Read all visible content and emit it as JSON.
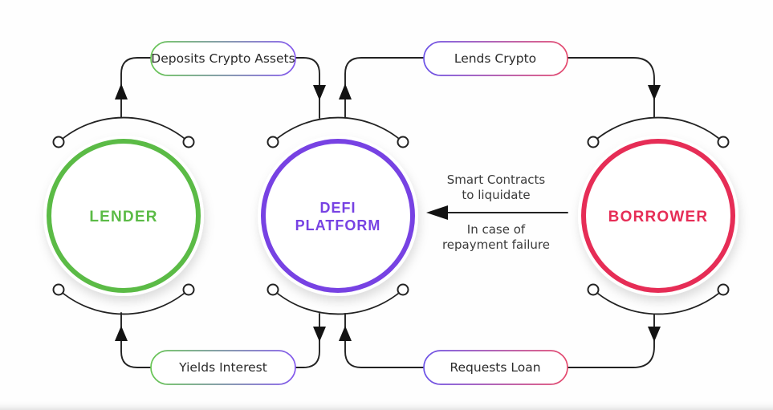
{
  "colors": {
    "line": "#222222",
    "arrow": "#131313",
    "lender_green": "#5bbb46",
    "platform_purple": "#7742e3",
    "borrower_red": "#e62d56",
    "pill_text": "#2b2b2b",
    "note_text": "#3a3a3a",
    "pill_grad_green": "#67c653",
    "pill_grad_purple": "#8458ee",
    "pill_grad_indigo": "#6b52e8",
    "pill_grad_red": "#e64b6e",
    "background": "#fefefe"
  },
  "nodes": {
    "lender": {
      "label": "LENDER"
    },
    "platform": {
      "line1": "DEFI",
      "line2": "PLATFORM"
    },
    "borrower": {
      "label": "BORROWER"
    }
  },
  "labels": {
    "deposits": "Deposits Crypto Assets",
    "lends": "Lends Crypto",
    "yields": "Yields Interest",
    "requests": "Requests Loan"
  },
  "note": {
    "line1": "Smart Contracts",
    "line2": "to liquidate",
    "line3": "In case of",
    "line4": "repayment failure"
  }
}
